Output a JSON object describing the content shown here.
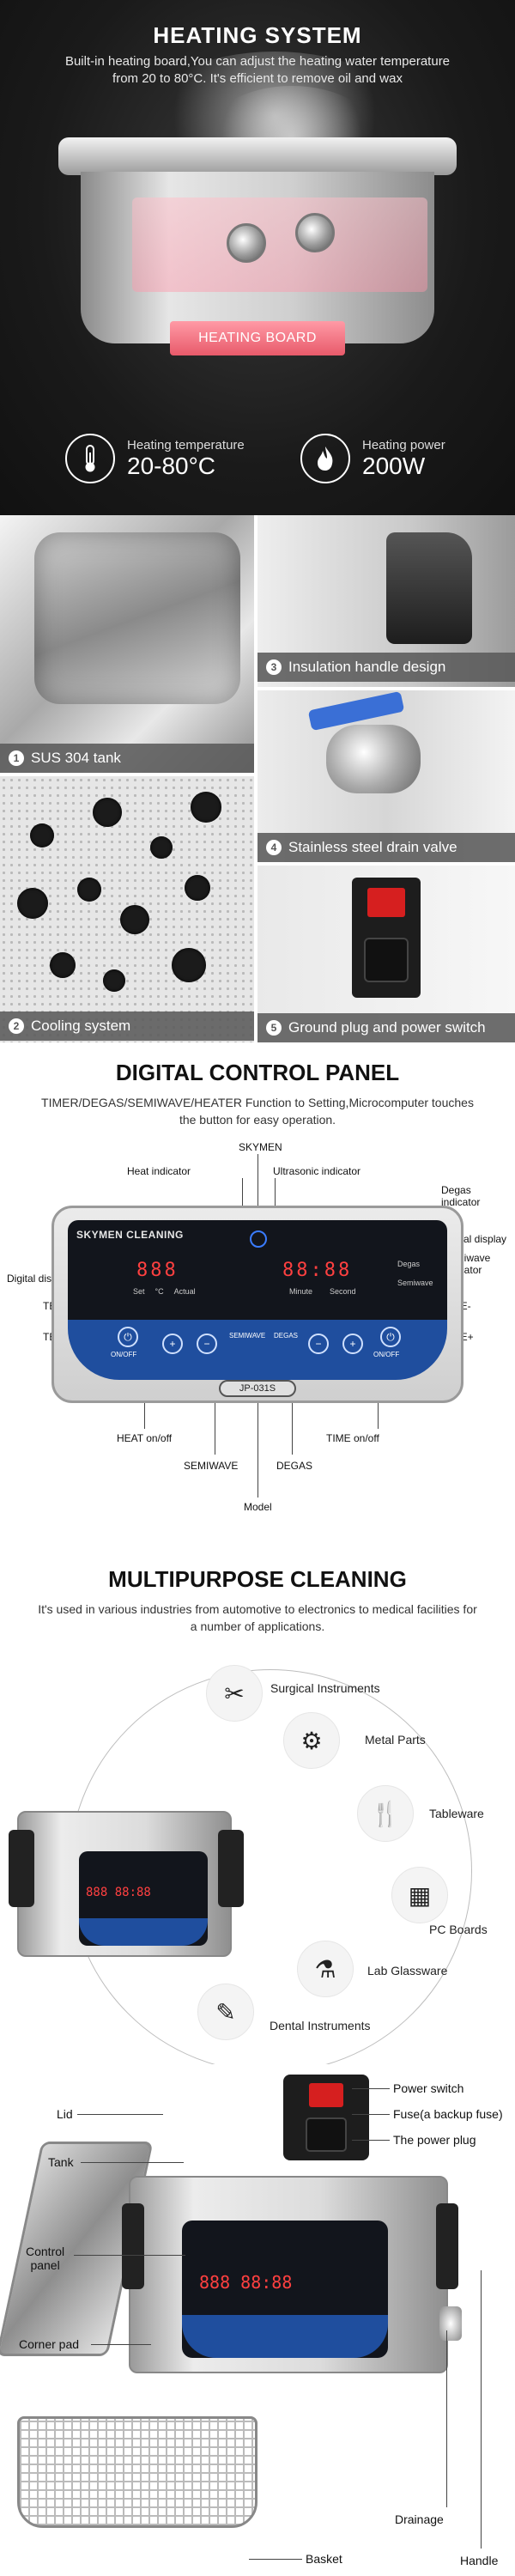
{
  "heating": {
    "title": "HEATING SYSTEM",
    "description": "Built-in heating board,You can adjust the heating water temperature from 20 to 80°C. It's efficient to remove oil and wax",
    "board_label": "HEATING BOARD",
    "specs": [
      {
        "label": "Heating temperature",
        "value": "20-80°C",
        "icon": "thermometer-icon"
      },
      {
        "label": "Heating power",
        "value": "200W",
        "icon": "flame-icon"
      }
    ]
  },
  "features": [
    {
      "num": "1",
      "label": "SUS 304 tank"
    },
    {
      "num": "2",
      "label": "Cooling system"
    },
    {
      "num": "3",
      "label": "Insulation handle design"
    },
    {
      "num": "4",
      "label": "Stainless steel drain valve"
    },
    {
      "num": "5",
      "label": "Ground plug and power switch"
    }
  ],
  "panel": {
    "title": "DIGITAL CONTROL PANEL",
    "description": "TIMER/DEGAS/SEMIWAVE/HEATER Function to Setting,Microcomputer touches the button for easy operation.",
    "brand": "SKYMEN CLEANING",
    "model_text": "JP-031S",
    "temp_display": "888",
    "time_display": "88:88",
    "set_label": "Set",
    "c_label": "°C",
    "actual_label": "Actual",
    "minute_label": "Minute",
    "second_label": "Second",
    "degas_small": "Degas",
    "semiwave_small": "Semiwave",
    "heat_btn": "ON/OFF",
    "timer_btn": "ON/OFF",
    "semiwave_btn": "SEMIWAVE",
    "degas_btn": "DEGAS",
    "callouts": {
      "skymen": "SKYMEN",
      "heat_indicator": "Heat indicator",
      "ultrasonic_indicator": "Ultrasonic indicator",
      "degas_indicator": "Degas indicator",
      "digital_display_left": "Digital display",
      "digital_display_right": "Digital display",
      "semiwave_indicator": "Semiwave indicator",
      "temp_plus": "TEMP+",
      "temp_minus": "TEMP-",
      "time_minus": "TIME-",
      "time_plus": "TIME+",
      "heat_onoff": "HEAT on/off",
      "time_onoff": "TIME on/off",
      "semiwave": "SEMIWAVE",
      "degas": "DEGAS",
      "model": "Model"
    }
  },
  "multi": {
    "title": "MULTIPURPOSE CLEANING",
    "description": "It's used in various industries from automotive to electronics to medical facilities for a number of applications.",
    "apps": [
      {
        "label": "Surgical Instruments",
        "icon": "scissors-icon",
        "glyph": "✂"
      },
      {
        "label": "Metal Parts",
        "icon": "gear-icon",
        "glyph": "⚙"
      },
      {
        "label": "Tableware",
        "icon": "cutlery-icon",
        "glyph": "🍴"
      },
      {
        "label": "PC Boards",
        "icon": "circuit-board-icon",
        "glyph": "▦"
      },
      {
        "label": "Lab Glassware",
        "icon": "flask-icon",
        "glyph": "⚗"
      },
      {
        "label": "Dental Instruments",
        "icon": "dental-tool-icon",
        "glyph": "✎"
      }
    ]
  },
  "parts": {
    "labels": {
      "lid": "Lid",
      "tank": "Tank",
      "control_panel": "Control\npanel",
      "corner_pad": "Corner pad",
      "basket": "Basket",
      "power_switch": "Power switch",
      "fuse": "Fuse(a backup fuse)",
      "power_plug": "The power plug",
      "drainage": "Drainage",
      "handle": "Handle"
    }
  }
}
